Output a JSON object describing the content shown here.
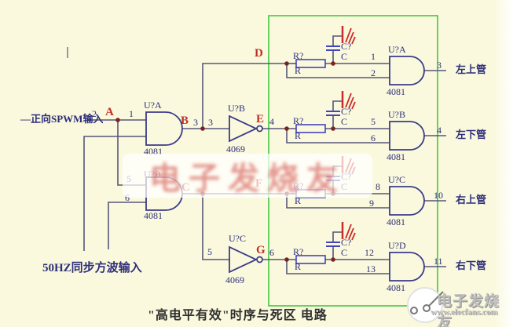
{
  "caption": "\"高电平有效\"时序与死区 电路",
  "watermarks": {
    "center": "电子发烧友",
    "logo_title": "电子发烧友",
    "logo_site": "www.elecfans.com"
  },
  "inputs": {
    "spwm_label": "—正向SPWM输入",
    "sync_label": "50HZ同步方波输入"
  },
  "nodes": {
    "a": "A",
    "b": "B",
    "c": "C",
    "d": "D",
    "e": "E",
    "f": "F",
    "g": "G"
  },
  "nets": {
    "spwm_seg": "2",
    "u1a_in1": "1",
    "b_seg1": "3",
    "b_seg2": "3",
    "u1b_in1": "5",
    "u1b_in2": "6",
    "invb_out": "4",
    "invc_in": "5",
    "invc_out": "6"
  },
  "left_gates": {
    "u1a": {
      "ref": "U?A",
      "part": "4081"
    },
    "u1b": {
      "ref": "U?B",
      "part": "4081"
    }
  },
  "inverters": {
    "invb": {
      "ref": "U?B",
      "part": "4069"
    },
    "invc": {
      "ref": "U?C",
      "part": "4069"
    }
  },
  "rows": [
    {
      "r_ref": "R?",
      "r": "R",
      "c_ref": "C?",
      "c": "C",
      "pin_a": "1",
      "pin_b": "2",
      "ref": "U?A",
      "part": "4081",
      "out_pin": "3",
      "out_name": "左上管"
    },
    {
      "r_ref": "R?",
      "r": "R",
      "c_ref": "C?",
      "c": "C",
      "pin_a": "5",
      "pin_b": "6",
      "ref": "U?B",
      "part": "4081",
      "out_pin": "4",
      "out_name": "左下管"
    },
    {
      "r_ref": "R?",
      "r": "R",
      "c_ref": "C?",
      "c": "C",
      "pin_a": "8",
      "pin_b": "9",
      "ref": "U?C",
      "part": "4081",
      "out_pin": "10",
      "out_name": "右上管"
    },
    {
      "r_ref": "R?",
      "r": "R",
      "c_ref": "C?",
      "c": "C",
      "pin_a": "12",
      "pin_b": "13",
      "ref": "U?D",
      "part": "4081",
      "out_pin": "11",
      "out_name": "右下管"
    }
  ],
  "colors": {
    "background": "#faf9dd",
    "wire": "#565679",
    "component": "#4444bb",
    "gate": "#3b3b8a",
    "accent_red": "#c03028",
    "ground_red": "#cc2a2a",
    "dead_zone_box": "#44c544",
    "junction": "#7b2222"
  }
}
